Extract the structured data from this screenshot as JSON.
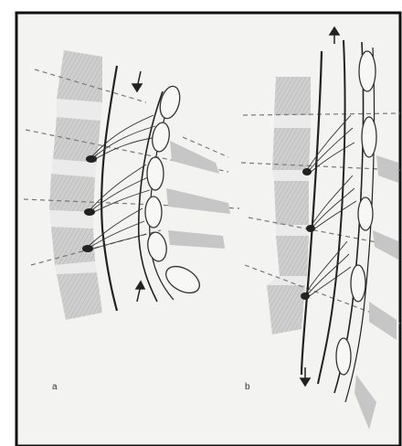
{
  "panels": [
    {
      "id": "a",
      "label": "a"
    },
    {
      "id": "b",
      "label": "b"
    }
  ],
  "colors": {
    "border": "#111111",
    "background": "#f2f2f0",
    "vertebra": "#bdbdbd",
    "disc": "#eeeeee",
    "line": "#2b2b2b",
    "dashed": "#777777"
  }
}
